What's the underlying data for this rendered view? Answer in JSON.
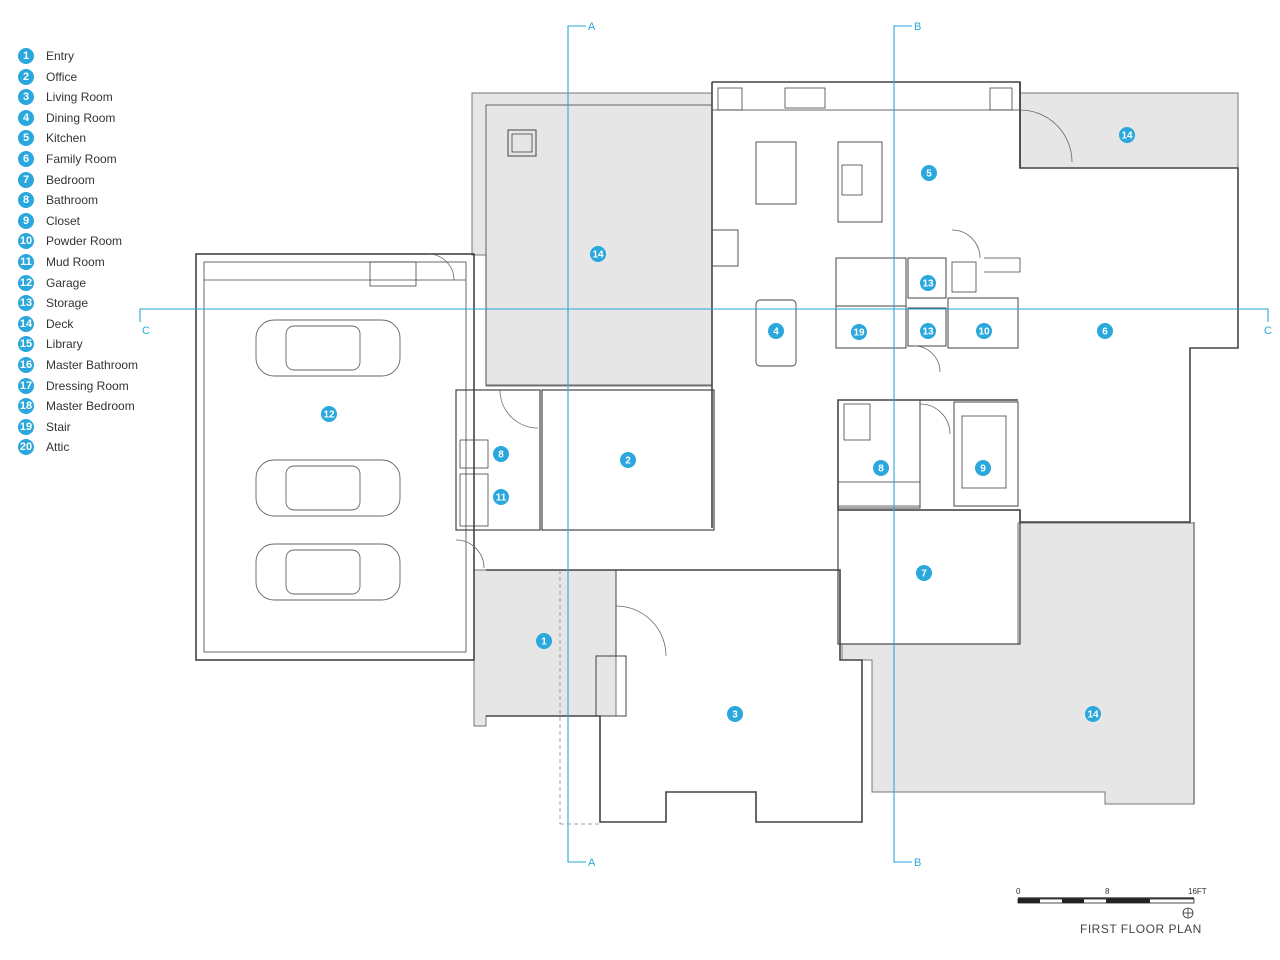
{
  "legend": [
    {
      "num": "1",
      "label": "Entry"
    },
    {
      "num": "2",
      "label": "Office"
    },
    {
      "num": "3",
      "label": "Living Room"
    },
    {
      "num": "4",
      "label": "Dining Room"
    },
    {
      "num": "5",
      "label": "Kitchen"
    },
    {
      "num": "6",
      "label": "Family Room"
    },
    {
      "num": "7",
      "label": "Bedroom"
    },
    {
      "num": "8",
      "label": "Bathroom"
    },
    {
      "num": "9",
      "label": "Closet"
    },
    {
      "num": "10",
      "label": "Powder Room"
    },
    {
      "num": "11",
      "label": "Mud Room"
    },
    {
      "num": "12",
      "label": "Garage"
    },
    {
      "num": "13",
      "label": "Storage"
    },
    {
      "num": "14",
      "label": "Deck"
    },
    {
      "num": "15",
      "label": "Library"
    },
    {
      "num": "16",
      "label": "Master Bathroom"
    },
    {
      "num": "17",
      "label": "Dressing Room"
    },
    {
      "num": "18",
      "label": "Master Bedroom"
    },
    {
      "num": "19",
      "label": "Stair"
    },
    {
      "num": "20",
      "label": "Attic"
    }
  ],
  "markers": [
    "14",
    "14",
    "5",
    "13",
    "4",
    "19",
    "13",
    "10",
    "6",
    "12",
    "8",
    "2",
    "11",
    "8",
    "9",
    "7",
    "1",
    "3",
    "14"
  ],
  "section_labels": {
    "a": "A",
    "b": "B",
    "c": "C"
  },
  "scale": {
    "zero": "0",
    "mid": "8",
    "end": "16FT",
    "title": "FIRST FLOOR PLAN"
  },
  "colors": {
    "accent": "#2aa7dc",
    "deck": "#e8e8e8",
    "wall": "#444444"
  }
}
